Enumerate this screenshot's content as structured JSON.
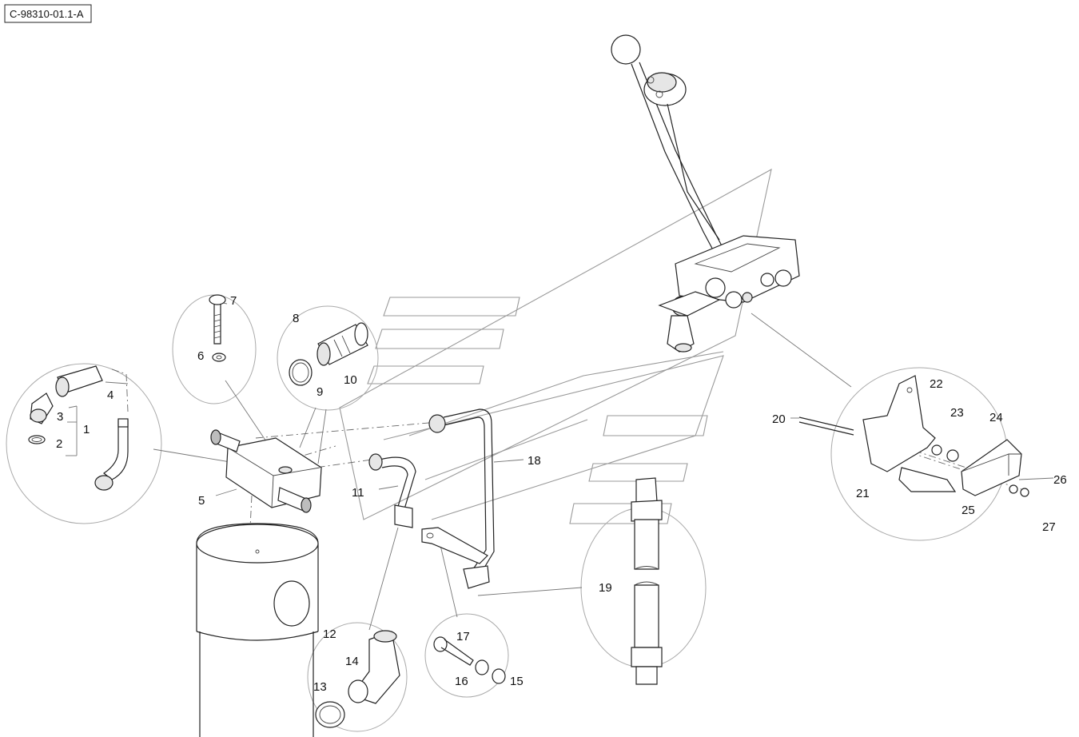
{
  "drawing_id": "C-98310-01.1-A",
  "callouts": [
    "1",
    "2",
    "3",
    "4",
    "5",
    "6",
    "7",
    "8",
    "9",
    "10",
    "11",
    "12",
    "13",
    "14",
    "15",
    "16",
    "17",
    "18",
    "19",
    "20",
    "21",
    "22",
    "23",
    "24",
    "25",
    "26",
    "27"
  ]
}
